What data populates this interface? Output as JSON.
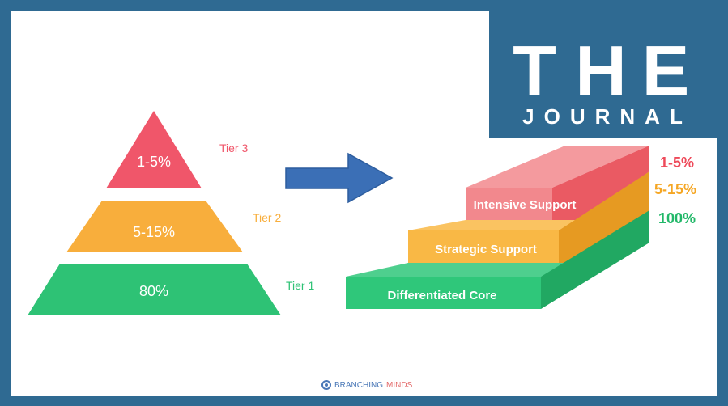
{
  "publication": {
    "logo_letters": [
      "T",
      "H",
      "E"
    ],
    "logo_subtitle": "JOURNAL"
  },
  "pyramid": {
    "tiers": [
      {
        "value": "1-5%",
        "label": "Tier 3",
        "color": "#f0566a",
        "label_color": "#f0566a"
      },
      {
        "value": "5-15%",
        "label": "Tier 2",
        "color": "#f8ae3c",
        "label_color": "#f8ae3c"
      },
      {
        "value": "80%",
        "label": "Tier 1",
        "color": "#2ec275",
        "label_color": "#2ec275"
      }
    ]
  },
  "arrow": {
    "color": "#3b6fb6"
  },
  "steps": [
    {
      "name": "Intensive Support",
      "percent": "1-5%",
      "color": "#f2888d",
      "side": "#ea5a63",
      "percent_color": "#ee4a5a"
    },
    {
      "name": "Strategic Support",
      "percent": "5-15%",
      "color": "#f9b845",
      "side": "#e69a22",
      "percent_color": "#f5a623"
    },
    {
      "name": "Differentiated Core",
      "percent": "100%",
      "color": "#2fc77a",
      "side": "#21a862",
      "percent_color": "#22b869"
    }
  ],
  "footer": {
    "brand_part1": "BRANCHING",
    "brand_part2": "MINDS"
  }
}
